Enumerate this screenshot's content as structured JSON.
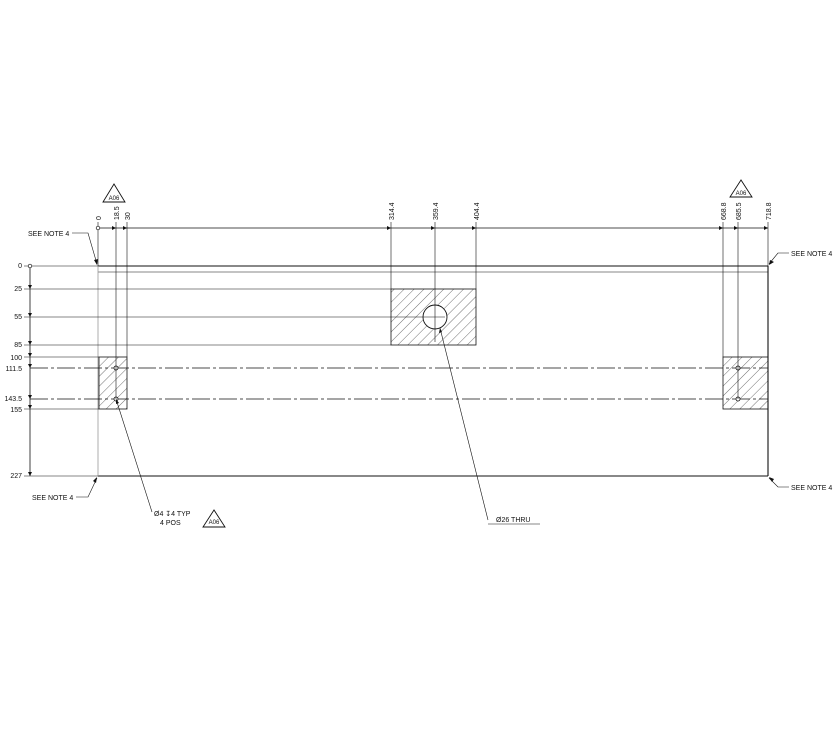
{
  "drawing": {
    "x_dims": [
      "0",
      "18.5",
      "30",
      "314.4",
      "359.4",
      "404.4",
      "668.8",
      "685.5",
      "718.8"
    ],
    "y_dims": [
      "0",
      "25",
      "55",
      "85",
      "100",
      "111.5",
      "143.5",
      "155",
      "227"
    ],
    "see_note": "SEE NOTE 4",
    "revision_tag": "A06",
    "hole_callout_line1": "Ø4 ↧4 TYP",
    "hole_callout_line2": "4 POS",
    "thru_callout": "Ø26 THRU"
  }
}
